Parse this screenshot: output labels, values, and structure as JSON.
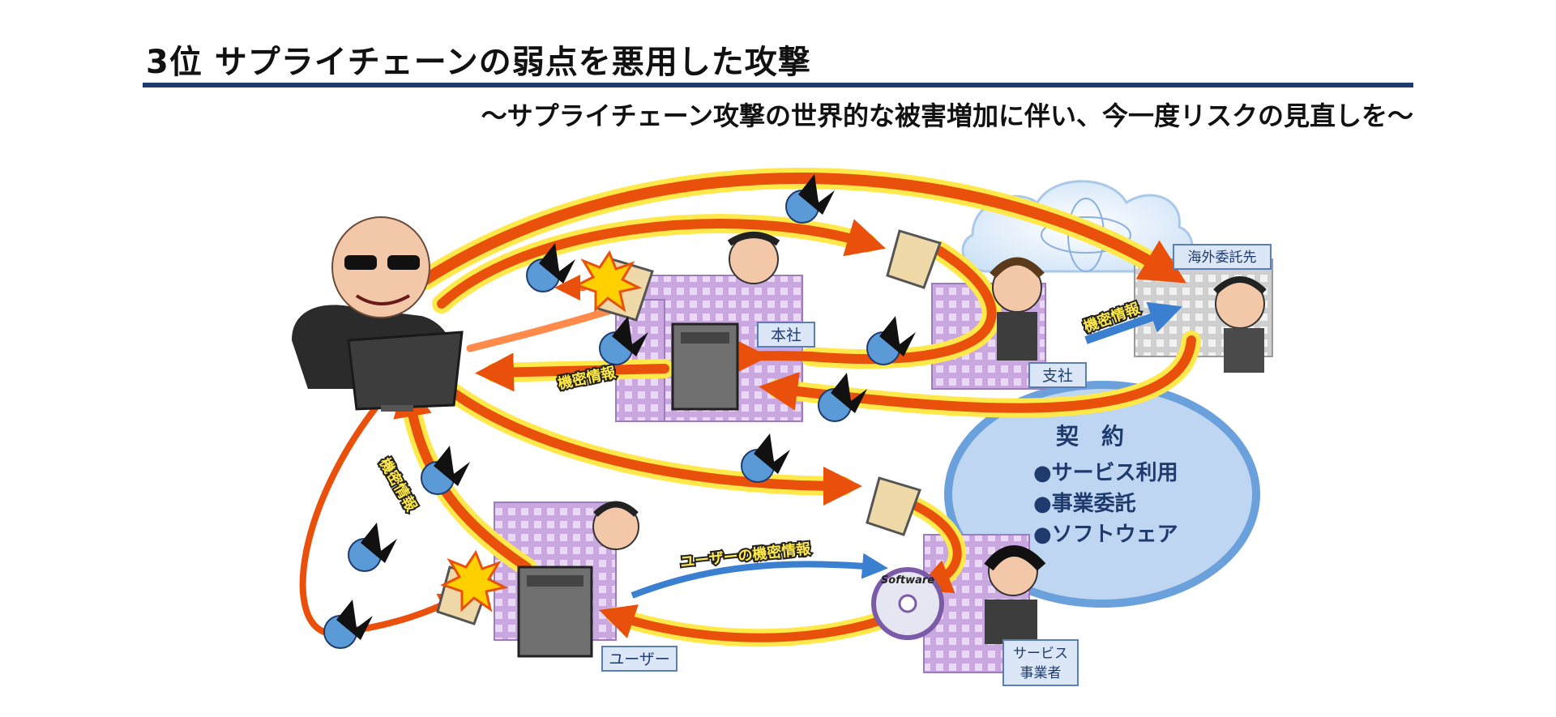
{
  "header": {
    "title": "3位 サプライチェーンの弱点を悪用した攻撃",
    "subtitle": "～サプライチェーン攻撃の世界的な被害増加に伴い、今一度リスクの見直しを～"
  },
  "labels": {
    "honsha": "本社",
    "shisha": "支社",
    "kaigai": "海外委託先",
    "user": "ユーザー",
    "service_l1": "サービス",
    "service_l2": "事業者",
    "secret_1": "機密情報",
    "secret_2": "機密情報",
    "secret_3": "機密情報",
    "user_secret": "ユーザーの機密情報",
    "software": "Software"
  },
  "contract": {
    "title": "契　約",
    "items": [
      "●サービス利用",
      "●事業委託",
      "●ソフトウェア"
    ]
  },
  "colors": {
    "arrow_fill": "#e8500c",
    "arrow_glow": "#ffe94a",
    "blue_arrow": "#3a7fd0",
    "building": "#c9a8e0",
    "contract_bg": "#bfd6f2",
    "contract_border": "#6aa0dc",
    "rule": "#1f3b6e"
  }
}
